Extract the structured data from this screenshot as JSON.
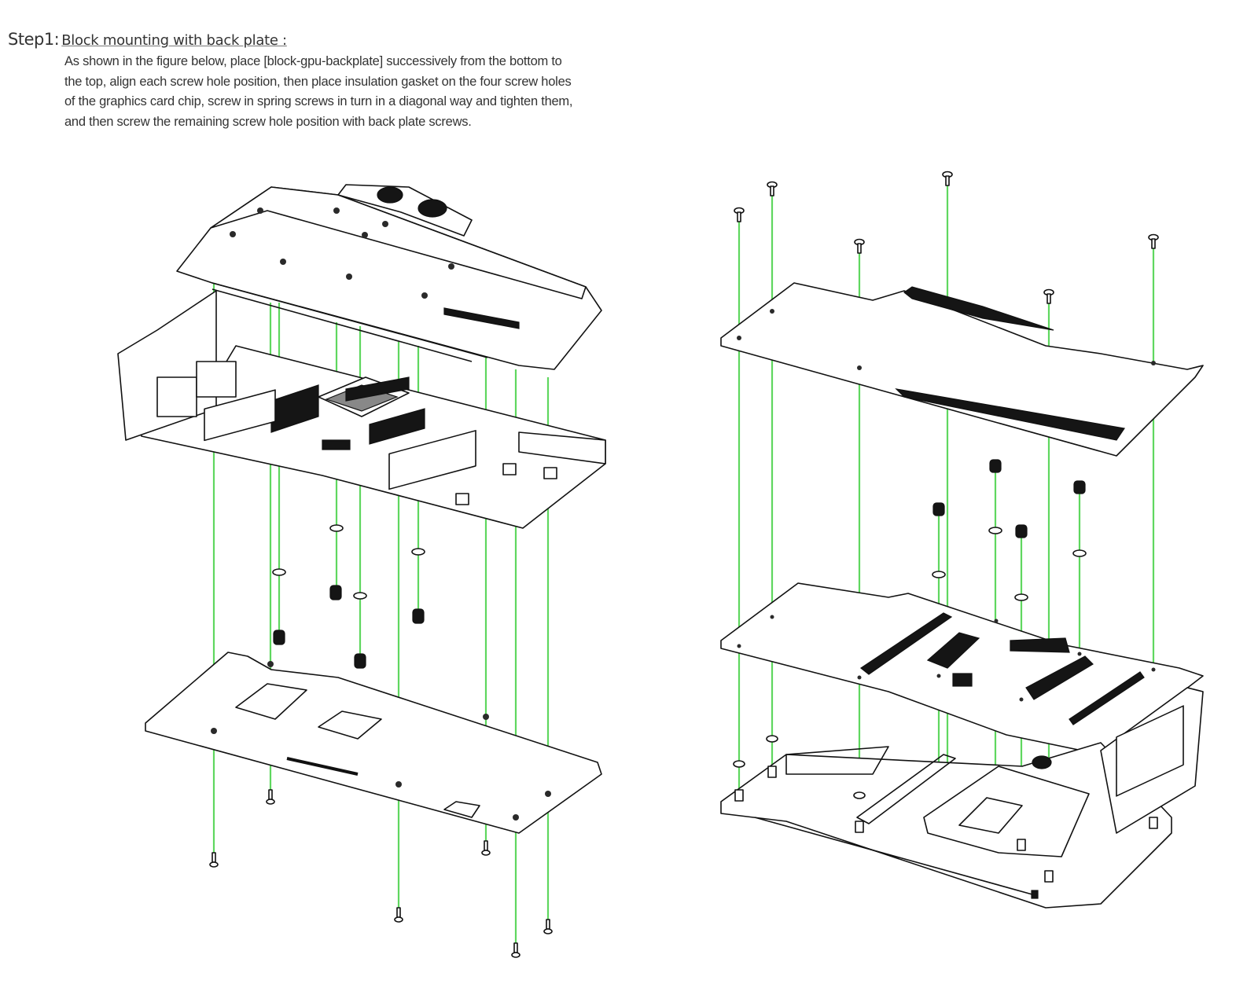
{
  "step": {
    "label": "Step1:",
    "title": "Block mounting with back plate :",
    "body_lines": [
      "As shown in the figure below, place [block-gpu-backplate] successively from the bottom to",
      "the top, align each screw hole position, then place insulation gasket on the four screw holes",
      "of the graphics card chip, screw in spring screws in turn in a diagonal way and tighten them,",
      "and then screw the remaining screw hole position with back plate screws."
    ]
  },
  "figures": {
    "left": {
      "view": "exploded view - water block on top, graphics card in middle, back plate at bottom",
      "components": [
        "water-block",
        "graphics-card-pcb",
        "insulation-gaskets",
        "spring-screws",
        "back-plate",
        "back-plate-screws"
      ]
    },
    "right": {
      "view": "exploded view - back plate on top, graphics card in middle, water block at bottom",
      "components": [
        "back-plate-screws",
        "back-plate",
        "spring-screws",
        "insulation-gaskets",
        "graphics-card-pcb",
        "water-block"
      ]
    }
  },
  "colors": {
    "guide_line": "#5fd75f",
    "line_art": "#111111",
    "background": "#ffffff"
  }
}
